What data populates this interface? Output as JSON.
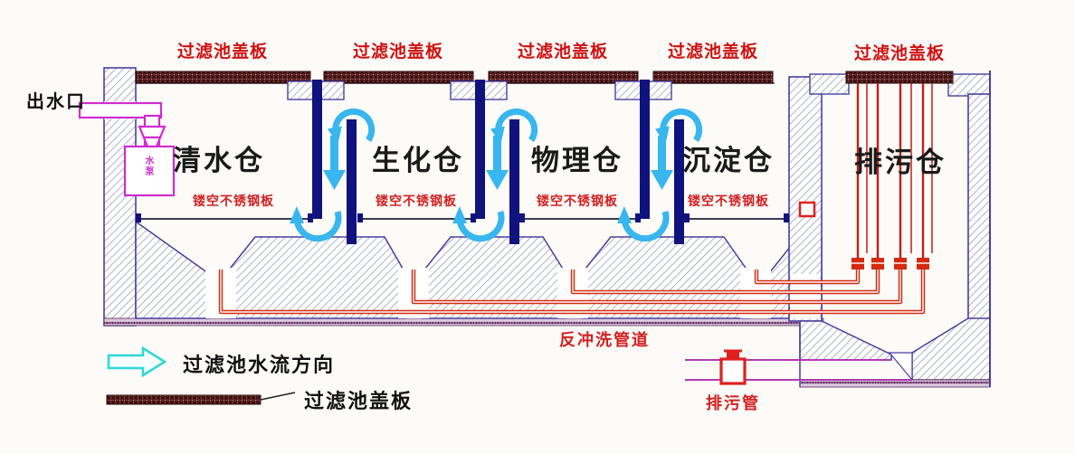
{
  "diagram": {
    "cover_plate_label": "过滤池盖板",
    "chambers": [
      {
        "name": "清水仓"
      },
      {
        "name": "生化仓"
      },
      {
        "name": "物理仓"
      },
      {
        "name": "沉淀仓"
      },
      {
        "name": "排污仓"
      }
    ],
    "plate_label": "镂空不锈钢板",
    "outlet_label": "出水口",
    "pump_label": "水泵",
    "backwash_pipe_label": "反冲洗管道",
    "sewage_pipe_label": "排污管",
    "legend": {
      "flow_direction": "过滤池水流方向",
      "cover_plate": "过滤池盖板"
    },
    "colors": {
      "label_red": "#d01010",
      "partition_navy": "#10137e",
      "flow_arrow_cyan": "#38b6ef",
      "pipe_red": "#d42a10",
      "pump_magenta": "#cf2ccf",
      "cover_maroon": "#7a3030",
      "legend_arrow_cyan": "#2fd8d8",
      "wall_outline_purple": "#4a3fa0"
    }
  }
}
